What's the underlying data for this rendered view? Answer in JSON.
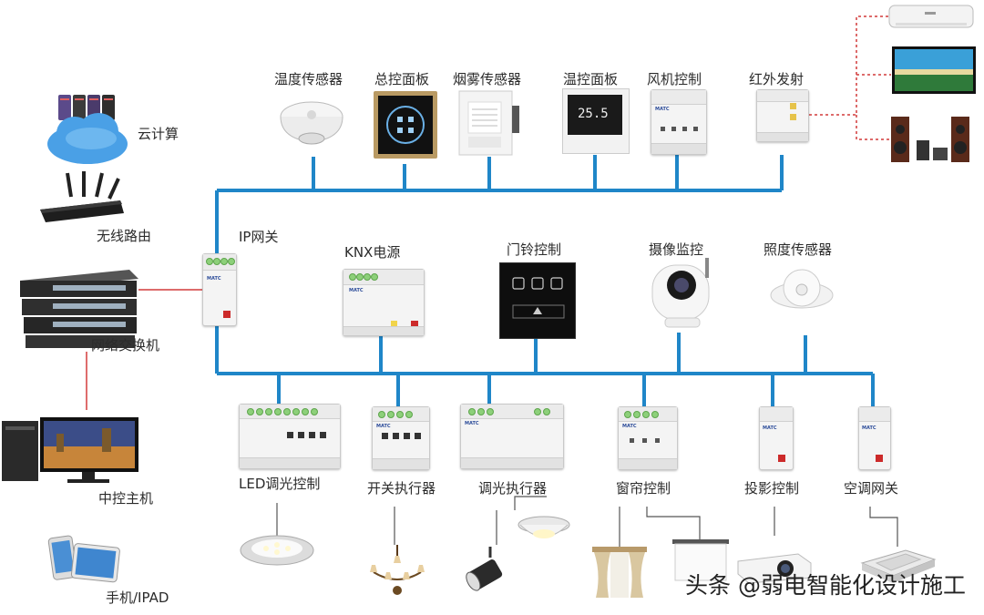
{
  "colors": {
    "bus": "#1f86c8",
    "link_red": "#d23a3a",
    "dashed": "#d23a3a",
    "thin": "#555555"
  },
  "labels": {
    "temp_sensor": "温度传感器",
    "main_panel": "总控面板",
    "smoke_sensor": "烟雾传感器",
    "thermo_panel": "温控面板",
    "fan_control": "风机控制",
    "ir_emitter": "红外发射",
    "cloud": "云计算",
    "router": "无线路由",
    "switch": "网络交换机",
    "host": "中控主机",
    "mobile": "手机/IPAD",
    "ip_gateway": "IP网关",
    "knx_power": "KNX电源",
    "doorbell": "门铃控制",
    "camera": "摄像监控",
    "lux_sensor": "照度传感器",
    "led_dimmer": "LED调光控制",
    "switch_actuator": "开关执行器",
    "dimming_actuator": "调光执行器",
    "curtain": "窗帘控制",
    "projector": "投影控制",
    "ac_gateway": "空调网关"
  },
  "thermostat_display": "25.5",
  "watermark": "头条 @弱电智能化设计施工",
  "icons": [
    "cloud-server-icon",
    "router-icon",
    "network-switch-icon",
    "desktop-pc-icon",
    "tablet-phone-icon",
    "smoke-detector-icon",
    "touch-panel-icon",
    "humidifier-icon",
    "thermostat-icon",
    "din-module-icon",
    "ir-module-icon",
    "air-conditioner-icon",
    "tv-icon",
    "speakers-icon",
    "doorbell-panel-icon",
    "camera-icon",
    "lux-sensor-icon",
    "ceiling-light-icon",
    "chandelier-icon",
    "spotlight-icon",
    "downlight-icon",
    "curtain-icon",
    "projection-screen-icon",
    "projector-icon",
    "ac-cassette-icon"
  ]
}
